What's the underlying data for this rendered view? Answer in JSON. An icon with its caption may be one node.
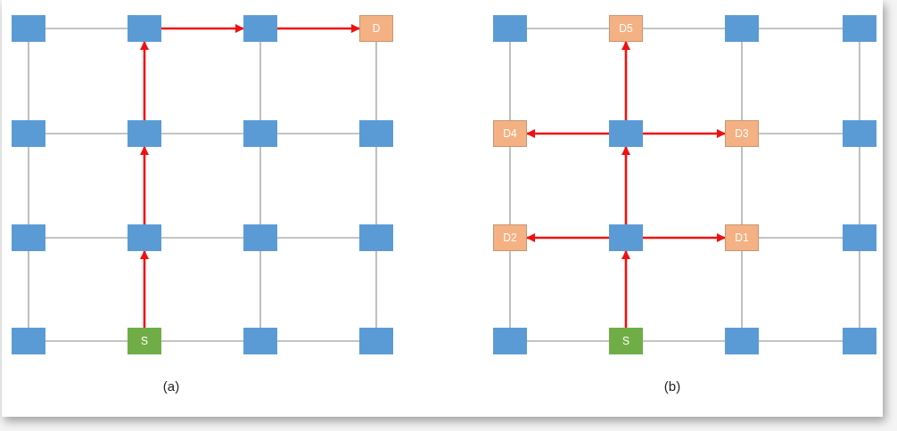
{
  "diagram": {
    "nodes": [
      {
        "text": [],
        "shape": "box"
      },
      {
        "text": [],
        "shape": "box"
      },
      {
        "text": [],
        "shape": "box"
      },
      {
        "text": [
          "D"
        ]
      },
      {
        "text": [],
        "shape": "box"
      },
      {
        "text": [],
        "shape": "box"
      },
      {
        "text": [],
        "shape": "box"
      },
      {
        "text": [],
        "shape": "box"
      },
      {
        "text": [],
        "shape": "box"
      },
      {
        "text": [],
        "shape": "box"
      },
      {
        "text": [],
        "shape": "box"
      },
      {
        "text": [],
        "shape": "box"
      },
      {
        "text": [],
        "shape": "box"
      },
      {
        "text": [
          "S"
        ]
      },
      {
        "text": [],
        "shape": "box"
      },
      {
        "text": [],
        "shape": "box"
      },
      {
        "text": [],
        "shape": "box"
      },
      {
        "text": [
          "D5"
        ]
      },
      {
        "text": [],
        "shape": "box"
      },
      {
        "text": [],
        "shape": "box"
      },
      {
        "text": [
          "D4"
        ]
      },
      {
        "text": [],
        "shape": "box"
      },
      {
        "text": [
          "D3"
        ]
      },
      {
        "text": [],
        "shape": "box"
      },
      {
        "text": [
          "D2"
        ]
      },
      {
        "text": [],
        "shape": "box"
      },
      {
        "text": [
          "D1"
        ]
      },
      {
        "text": [],
        "shape": "box"
      },
      {
        "text": [],
        "shape": "box"
      },
      {
        "text": [
          "S"
        ]
      },
      {
        "text": [],
        "shape": "box"
      },
      {
        "text": [],
        "shape": "box"
      }
    ],
    "edges": [
      {
        "from": 13,
        "to": 9,
        "arrow": "to",
        "color": "#ee1111"
      },
      {
        "from": 9,
        "to": 5,
        "arrow": "to",
        "color": "#ee1111"
      },
      {
        "from": 5,
        "to": 1,
        "arrow": "to",
        "color": "#ee1111"
      },
      {
        "from": 1,
        "to": 2,
        "arrow": "to",
        "color": "#ee1111"
      },
      {
        "from": 2,
        "to": 3,
        "arrow": "to",
        "color": "#ee1111"
      },
      {
        "from": 29,
        "to": 25,
        "arrow": "to",
        "color": "#ee1111"
      },
      {
        "from": 25,
        "to": 24,
        "arrow": "to",
        "color": "#ee1111"
      },
      {
        "from": 25,
        "to": 26,
        "arrow": "to",
        "color": "#ee1111"
      },
      {
        "from": 25,
        "to": 21,
        "arrow": "to",
        "color": "#ee1111"
      },
      {
        "from": 21,
        "to": 20,
        "arrow": "to",
        "color": "#ee1111"
      },
      {
        "from": 21,
        "to": 22,
        "arrow": "to",
        "color": "#ee1111"
      },
      {
        "from": 21,
        "to": 17,
        "arrow": "to",
        "color": "#ee1111"
      },
      {
        "from": 0,
        "to": 1,
        "arrow": "none"
      },
      {
        "from": 4,
        "to": 5,
        "arrow": "none"
      },
      {
        "from": 5,
        "to": 6,
        "arrow": "none"
      },
      {
        "from": 6,
        "to": 7,
        "arrow": "none"
      },
      {
        "from": 8,
        "to": 9,
        "arrow": "none"
      },
      {
        "from": 9,
        "to": 10,
        "arrow": "none"
      },
      {
        "from": 10,
        "to": 11,
        "arrow": "none"
      },
      {
        "from": 12,
        "to": 13,
        "arrow": "none"
      },
      {
        "from": 13,
        "to": 14,
        "arrow": "none"
      },
      {
        "from": 14,
        "to": 15,
        "arrow": "none"
      },
      {
        "from": 0,
        "to": 4,
        "arrow": "none"
      },
      {
        "from": 2,
        "to": 6,
        "arrow": "none"
      },
      {
        "from": 3,
        "to": 7,
        "arrow": "none"
      },
      {
        "from": 4,
        "to": 8,
        "arrow": "none"
      },
      {
        "from": 6,
        "to": 10,
        "arrow": "none"
      },
      {
        "from": 7,
        "to": 11,
        "arrow": "none"
      },
      {
        "from": 8,
        "to": 12,
        "arrow": "none"
      },
      {
        "from": 10,
        "to": 14,
        "arrow": "none"
      },
      {
        "from": 11,
        "to": 15,
        "arrow": "none"
      },
      {
        "from": 16,
        "to": 17,
        "arrow": "none"
      },
      {
        "from": 17,
        "to": 18,
        "arrow": "none"
      },
      {
        "from": 18,
        "to": 19,
        "arrow": "none"
      },
      {
        "from": 22,
        "to": 23,
        "arrow": "none"
      },
      {
        "from": 26,
        "to": 27,
        "arrow": "none"
      },
      {
        "from": 28,
        "to": 29,
        "arrow": "none"
      },
      {
        "from": 29,
        "to": 30,
        "arrow": "none"
      },
      {
        "from": 30,
        "to": 31,
        "arrow": "none"
      },
      {
        "from": 16,
        "to": 20,
        "arrow": "none"
      },
      {
        "from": 18,
        "to": 22,
        "arrow": "none"
      },
      {
        "from": 19,
        "to": 23,
        "arrow": "none"
      },
      {
        "from": 20,
        "to": 24,
        "arrow": "none"
      },
      {
        "from": 22,
        "to": 26,
        "arrow": "none"
      },
      {
        "from": 23,
        "to": 27,
        "arrow": "none"
      },
      {
        "from": 24,
        "to": 28,
        "arrow": "none"
      },
      {
        "from": 26,
        "to": 30,
        "arrow": "none"
      },
      {
        "from": 27,
        "to": 31,
        "arrow": "none"
      }
    ],
    "labels": [
      "(a)",
      "(b)"
    ]
  }
}
